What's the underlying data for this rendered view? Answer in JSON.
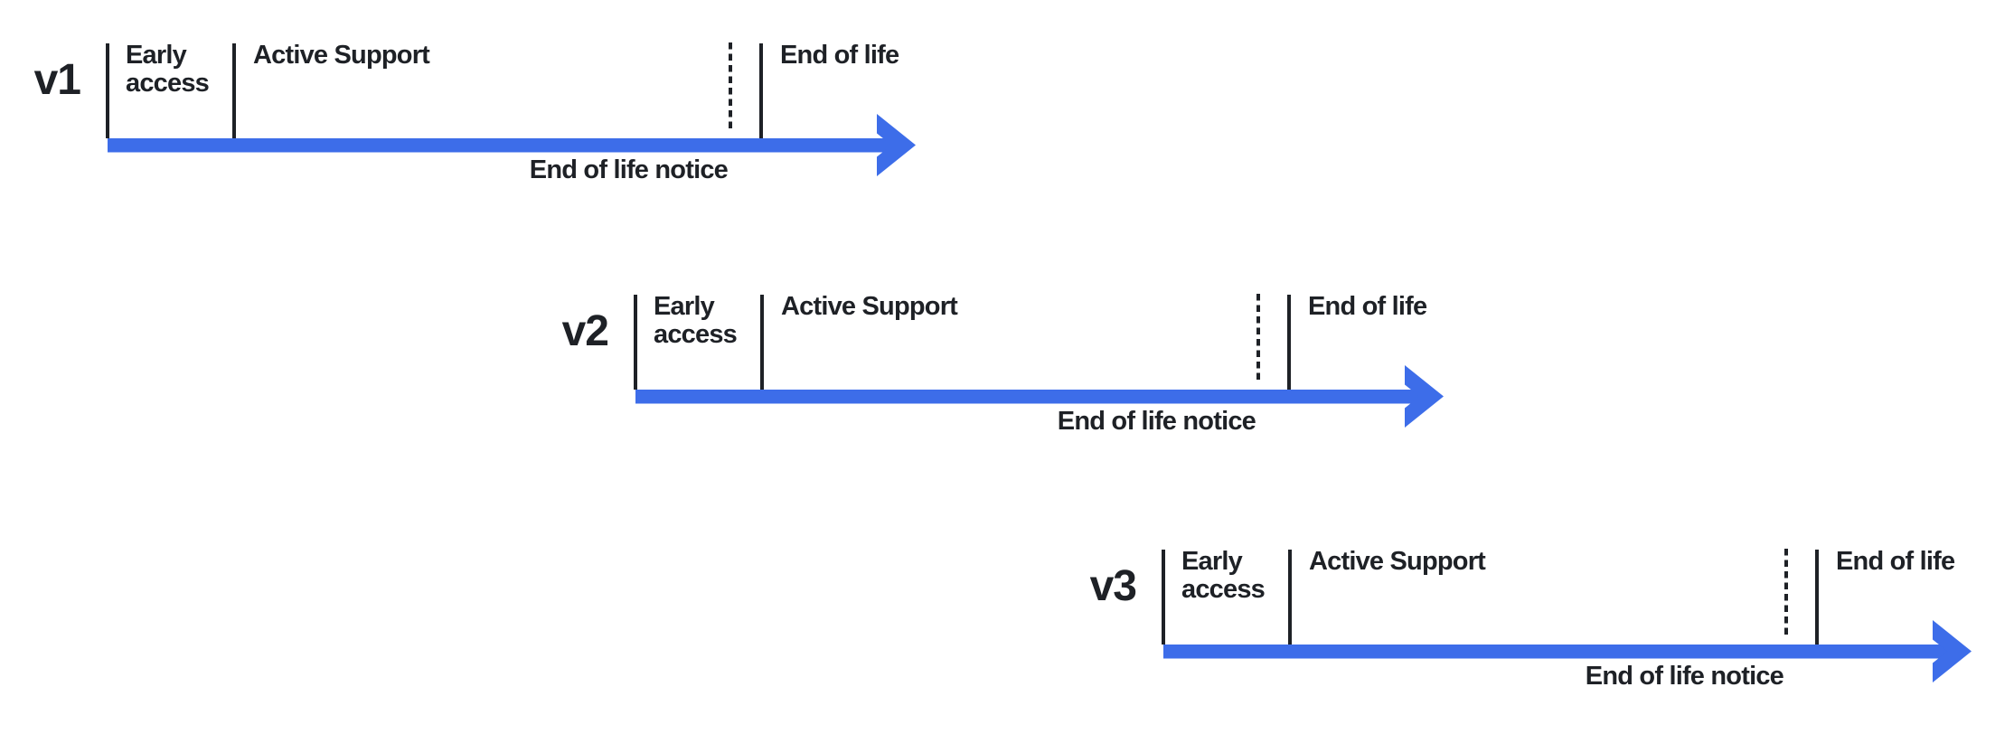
{
  "colors": {
    "arrow_blue": "#3D6DE9",
    "line_dark": "#1E2126",
    "background": "#FFFFFF"
  },
  "labels": {
    "early_access": "Early\naccess",
    "active_support": "Active Support",
    "end_of_life": "End of life",
    "end_of_life_notice": "End of life notice"
  },
  "timelines": [
    {
      "version": "v1"
    },
    {
      "version": "v2"
    },
    {
      "version": "v3"
    }
  ]
}
